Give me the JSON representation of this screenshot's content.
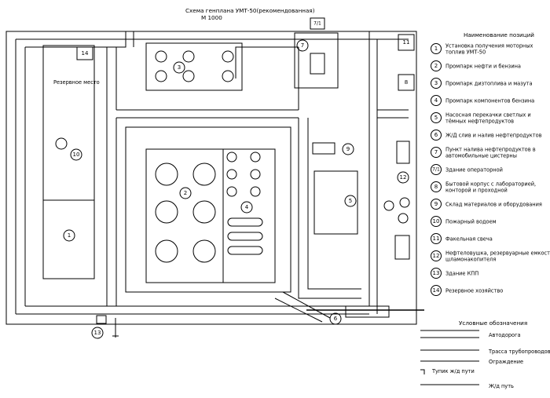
{
  "title": "Схема генплана УМТ-50(рекомендованная)",
  "scale": "М 1000",
  "legend_title": "Наименование позиций",
  "reserve_area_label": "Резервное место",
  "items": [
    {
      "num": "1",
      "text": "Установка получения моторных топлив УМТ-50"
    },
    {
      "num": "2",
      "text": "Промпарк нефти и бензина"
    },
    {
      "num": "3",
      "text": "Промпарк дизтоплива и мазута"
    },
    {
      "num": "4",
      "text": "Промпарк компонентов бензина"
    },
    {
      "num": "5",
      "text": "Насосная перекачки светлых и тёмных нефтепродуктов"
    },
    {
      "num": "6",
      "text": "Ж/Д слив и налив нефтепродуктов"
    },
    {
      "num": "7",
      "text": "Пункт налива нефтепродуктов в автомобильные цистерны"
    },
    {
      "num": "7/1",
      "text": "Здание операторной"
    },
    {
      "num": "8",
      "text": "Бытовой корпус с лабораторией, конторой и проходной"
    },
    {
      "num": "9",
      "text": "Склад материалов и оборудования"
    },
    {
      "num": "10",
      "text": "Пожарный водоем"
    },
    {
      "num": "11",
      "text": "Факельная свеча"
    },
    {
      "num": "12",
      "text": "Нефтеловушка, резервуарные емкости шламонакопителя"
    },
    {
      "num": "13",
      "text": "Здание КПП"
    },
    {
      "num": "14",
      "text": "Резервное хозяйство"
    }
  ],
  "conventions_title": "Условные обозначения",
  "conventions": [
    {
      "key": "road",
      "text": "Автодорога"
    },
    {
      "key": "pipeline",
      "text": "Трасса трубопроводов"
    },
    {
      "key": "fence",
      "text": "Ограждение"
    },
    {
      "key": "deadend",
      "text": "Тупик ж/д пути"
    },
    {
      "key": "rail",
      "text": "Ж/д путь"
    }
  ]
}
